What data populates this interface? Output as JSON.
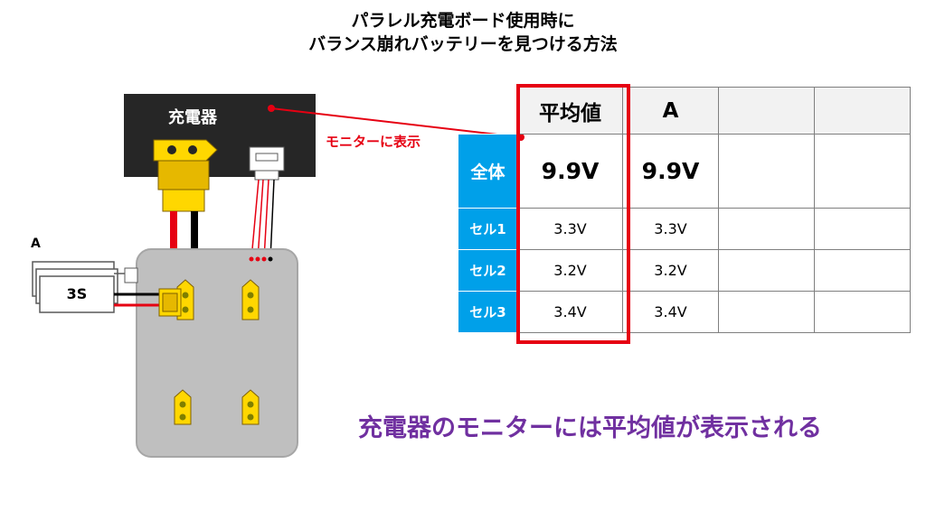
{
  "title": {
    "line1": "パラレル充電ボード使用時に",
    "line2": "バランス崩れバッテリーを見つける方法"
  },
  "diagram": {
    "charger_label": "充電器",
    "callout_label": "モニターに表示",
    "battery_label": "A",
    "battery_type": "3S",
    "bottom_message": "充電器のモニターには平均値が表示される"
  },
  "table": {
    "headers": [
      "平均値",
      "A",
      "",
      ""
    ],
    "rows": [
      {
        "label": "全体",
        "values": [
          "9.9V",
          "9.9V",
          "",
          ""
        ]
      },
      {
        "label": "セル1",
        "values": [
          "3.3V",
          "3.3V",
          "",
          ""
        ]
      },
      {
        "label": "セル2",
        "values": [
          "3.2V",
          "3.2V",
          "",
          ""
        ]
      },
      {
        "label": "セル3",
        "values": [
          "3.4V",
          "3.4V",
          "",
          ""
        ]
      }
    ]
  },
  "colors": {
    "highlight_red": "#e60012",
    "row_label_blue": "#00a0e9",
    "message_purple": "#7030a0",
    "charger_black": "#262626",
    "board_gray": "#bfbfbf",
    "connector_yellow": "#ffd700"
  }
}
